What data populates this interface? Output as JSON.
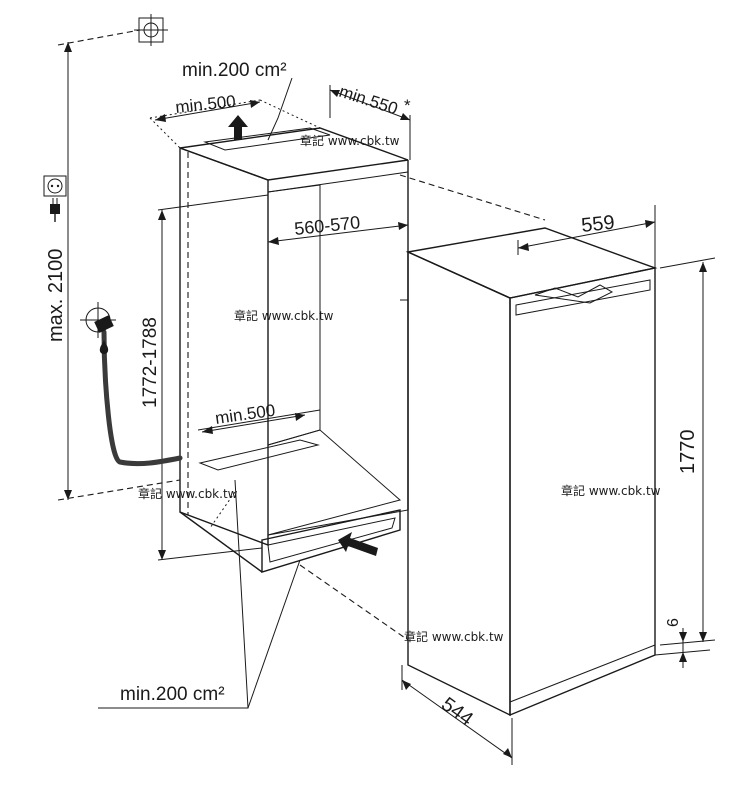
{
  "labels": {
    "top_vent": "min.200 cm²",
    "top_depth": "min.500",
    "top_width": "min.550",
    "top_width_mark": "*",
    "niche_width": "560-570",
    "niche_height": "1772-1788",
    "floor_depth": "min.500",
    "max_height": "max. 2100",
    "bottom_vent": "min.200 cm²",
    "appliance_width": "559",
    "appliance_height": "1770",
    "plinth_gap": "6",
    "appliance_depth": "544"
  },
  "watermarks": [
    "章記 www.cbk.tw",
    "章記 www.cbk.tw",
    "章記 www.cbk.tw",
    "章記 www.cbk.tw",
    "章記 www.cbk.tw"
  ],
  "icons": {
    "top_marker": "crosshair-icon",
    "outlet": "power-outlet-icon",
    "plug": "power-plug-icon",
    "water": "water-tap-icon"
  },
  "colors": {
    "line": "#1a1a1a",
    "niche_interior": "#c8c8c8",
    "niche_back": "#d9d9d9",
    "vent_grille": "#bdbdbd"
  }
}
